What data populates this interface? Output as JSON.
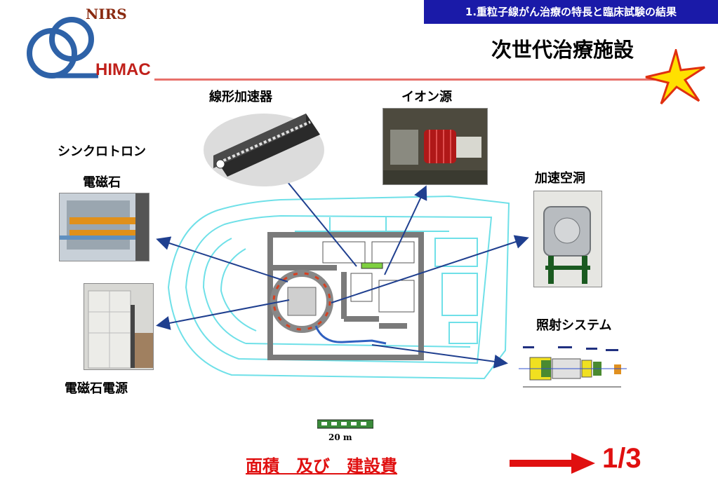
{
  "header": {
    "section_title": "1.重粒子線がん治療の特長と臨床試験の結果",
    "page_title": "次世代治療施設"
  },
  "logo": {
    "top_text": "NIRS",
    "bottom_text": "HIMAC"
  },
  "labels": {
    "linac": "線形加速器",
    "ion_source": "イオン源",
    "synchrotron_line1": "シンクロトロン",
    "synchrotron_line2": "電磁石",
    "rf_cavity": "加速空洞",
    "irradiation": "照射システム",
    "magnet_power": "電磁石電源"
  },
  "scale": {
    "label": "20 m"
  },
  "footer": {
    "cost_text": "面積　及び　建設費",
    "ratio": "1/3"
  },
  "colors": {
    "accent_blue": "#1a1aa8",
    "accent_red": "#e01010",
    "plan_cyan": "#6fe0e8",
    "arrow_blue": "#1f3f8f"
  }
}
